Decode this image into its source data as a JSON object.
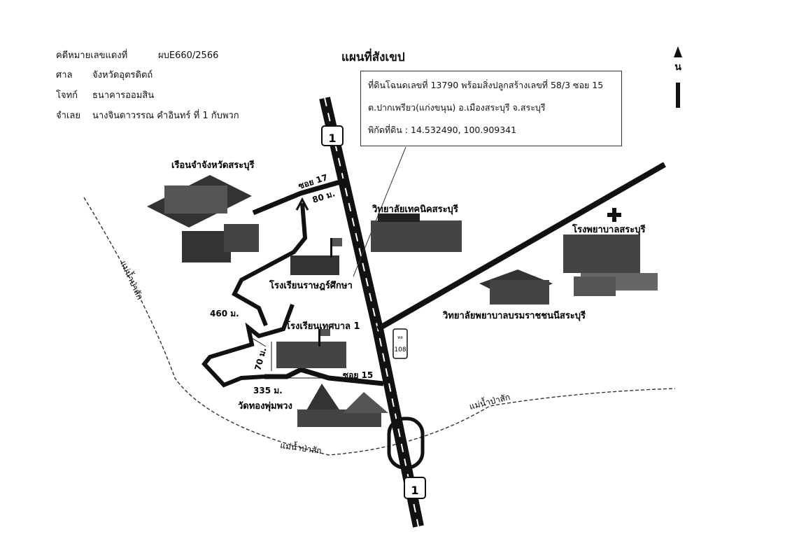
{
  "case": {
    "rows": [
      {
        "label": "คดีหมายเลขแดงที่",
        "value": "ผบE660/2566"
      },
      {
        "label": "ศาล",
        "value": "จังหวัดอุตรดิตถ์"
      },
      {
        "label": "โจทก์",
        "value": "ธนาคารออมสิน"
      },
      {
        "label": "จำเลย",
        "value": "นางจินดาวรรณ   คำอินทร์ ที่ 1 กับพวก"
      }
    ]
  },
  "map": {
    "title": "แผนที่สังเขป",
    "info": {
      "line1": "ที่ดินโฉนดเลขที่ 13790 พร้อมสิ่งปลูกสร้างเลขที่ 58/3 ซอย 15",
      "line2": "ต.ปากเพรียว(แก่งขนุน)   อ.เมืองสระบุรี   จ.สระบุรี",
      "line3": "พิกัดที่ดิน : 14.532490, 100.909341"
    },
    "north_label": "น",
    "highway_1": "1",
    "highway_108_label": "ทล",
    "highway_108": "108",
    "landmarks": {
      "prison": "เรือนจำจังหวัดสระบุรี",
      "tech_college": "วิทยาลัยเทคนิคสระบุรี",
      "hospital": "โรงพยาบาลสระบุรี",
      "ratsadorn_school": "โรงเรียนราษฎร์ศึกษา",
      "municipal_school": "โรงเรียนเทศบาล 1",
      "nursing_college": "วิทยาลัยพยาบาลบรมราชชนนีสระบุรี",
      "temple": "วัดทองพุ่มพวง"
    },
    "roads": {
      "soi17": "ซอย 17",
      "soi15": "ซอย 15",
      "dist_80": "80 ม.",
      "dist_460": "460 ม.",
      "dist_70": "70 ม.",
      "dist_335": "335 ม."
    },
    "river": "แม่น้ำป่าสัก",
    "colors": {
      "road": "#111111",
      "paper": "#ffffff",
      "building": "#222222"
    }
  }
}
